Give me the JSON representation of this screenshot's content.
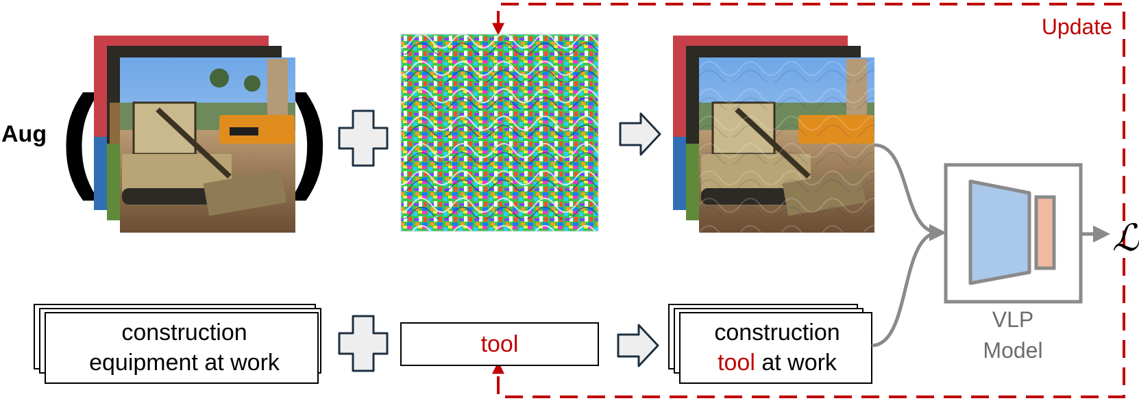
{
  "update_label": "Update",
  "aug_label": "Aug",
  "open_paren": "(",
  "close_paren": ")",
  "original_text": {
    "line1": "construction",
    "line2": "equipment at work"
  },
  "word_perturbation": "tool",
  "perturbed_text": {
    "line1": "construction",
    "line2_word": "tool",
    "line2_rest": " at work"
  },
  "model_label": {
    "line1": "VLP",
    "line2": "Model"
  },
  "loss_symbol": "ℒ",
  "colors": {
    "update": "#c00000",
    "model_gray": "#8a8a8a",
    "encoder_blue": "#a9c8ea",
    "projector_orange": "#f1b9a2",
    "plus_fill": "#eeeeee",
    "plus_stroke": "#1e3040"
  }
}
